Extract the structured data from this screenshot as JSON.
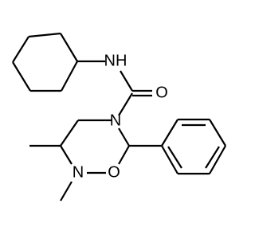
{
  "molecule": {
    "atom_labels": {
      "nh": "NH",
      "o_carbonyl": "O",
      "n_ring_amide": "N",
      "n_ring_methyl": "N",
      "o_ring": "O"
    },
    "colors": {
      "bond": "#000000",
      "label": "#000000",
      "background": "#ffffff"
    }
  }
}
